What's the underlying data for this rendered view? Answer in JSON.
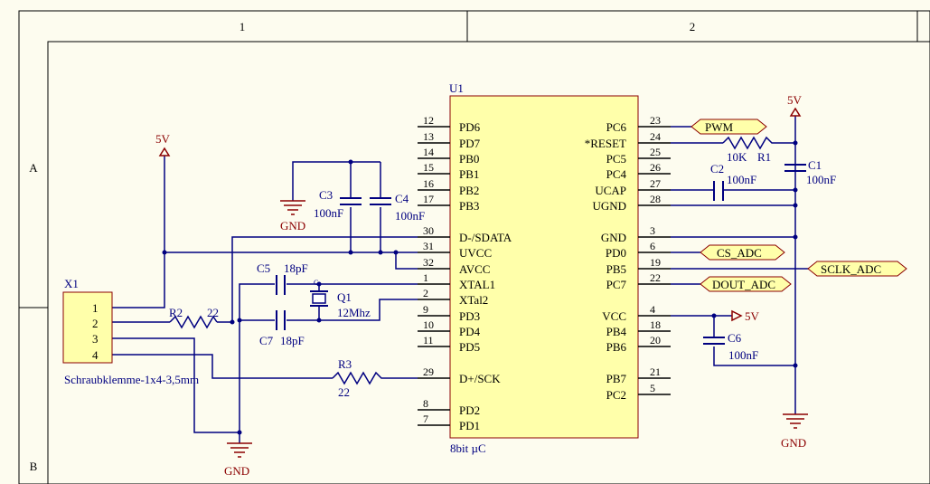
{
  "sheet": {
    "columns": [
      "1",
      "2"
    ],
    "rows": [
      "A",
      "B"
    ],
    "colors": {
      "sheet_bg": "#fdfcef",
      "wire": "#000080",
      "body": "#ffffaa",
      "power": "#8b0000",
      "port": "#ffffaa"
    }
  },
  "mcu": {
    "designator": "U1",
    "description": "8bit µC",
    "left_pins": [
      {
        "num": "12",
        "name": "PD6"
      },
      {
        "num": "13",
        "name": "PD7"
      },
      {
        "num": "14",
        "name": "PB0"
      },
      {
        "num": "15",
        "name": "PB1"
      },
      {
        "num": "16",
        "name": "PB2"
      },
      {
        "num": "17",
        "name": "PB3"
      },
      {
        "num": "30",
        "name": "D-/SDATA"
      },
      {
        "num": "31",
        "name": "UVCC"
      },
      {
        "num": "32",
        "name": "AVCC"
      },
      {
        "num": "1",
        "name": "XTAL1"
      },
      {
        "num": "2",
        "name": "XTal2"
      },
      {
        "num": "9",
        "name": "PD3"
      },
      {
        "num": "10",
        "name": "PD4"
      },
      {
        "num": "11",
        "name": "PD5"
      },
      {
        "num": "29",
        "name": "D+/SCK"
      },
      {
        "num": "8",
        "name": "PD2"
      },
      {
        "num": "7",
        "name": "PD1"
      }
    ],
    "right_pins": [
      {
        "num": "23",
        "name": "PC6"
      },
      {
        "num": "24",
        "name": "*RESET"
      },
      {
        "num": "25",
        "name": "PC5"
      },
      {
        "num": "26",
        "name": "PC4"
      },
      {
        "num": "27",
        "name": "UCAP"
      },
      {
        "num": "28",
        "name": "UGND"
      },
      {
        "num": "3",
        "name": "GND"
      },
      {
        "num": "6",
        "name": "PD0"
      },
      {
        "num": "19",
        "name": "PB5"
      },
      {
        "num": "22",
        "name": "PC7"
      },
      {
        "num": "4",
        "name": "VCC"
      },
      {
        "num": "18",
        "name": "PB4"
      },
      {
        "num": "20",
        "name": "PB6"
      },
      {
        "num": "21",
        "name": "PB7"
      },
      {
        "num": "5",
        "name": "PC2"
      }
    ]
  },
  "components": {
    "c1": {
      "designator": "C1",
      "value": "100nF"
    },
    "c2": {
      "designator": "C2",
      "value": "100nF"
    },
    "c3": {
      "designator": "C3",
      "value": "100nF"
    },
    "c4": {
      "designator": "C4",
      "value": "100nF"
    },
    "c5": {
      "designator": "C5",
      "value": "18pF"
    },
    "c6": {
      "designator": "C6",
      "value": "100nF"
    },
    "c7": {
      "designator": "C7",
      "value": "18pF"
    },
    "r1": {
      "designator": "R1",
      "value": "10K"
    },
    "r2": {
      "designator": "R2",
      "value": "22"
    },
    "r3": {
      "designator": "R3",
      "value": "22"
    },
    "q1": {
      "designator": "Q1",
      "value": "12Mhz",
      "ref_small": "C"
    },
    "x1": {
      "designator": "X1",
      "value": "Schraubklemme-1x4-3,5mm",
      "pins": [
        "1",
        "2",
        "3",
        "4"
      ]
    }
  },
  "power": {
    "vcc_label": "5V",
    "gnd_label": "GND"
  },
  "ports": {
    "pwm": "PWM",
    "cs_adc": "CS_ADC",
    "sclk_adc": "SCLK_ADC",
    "dout_adc": "DOUT_ADC"
  }
}
